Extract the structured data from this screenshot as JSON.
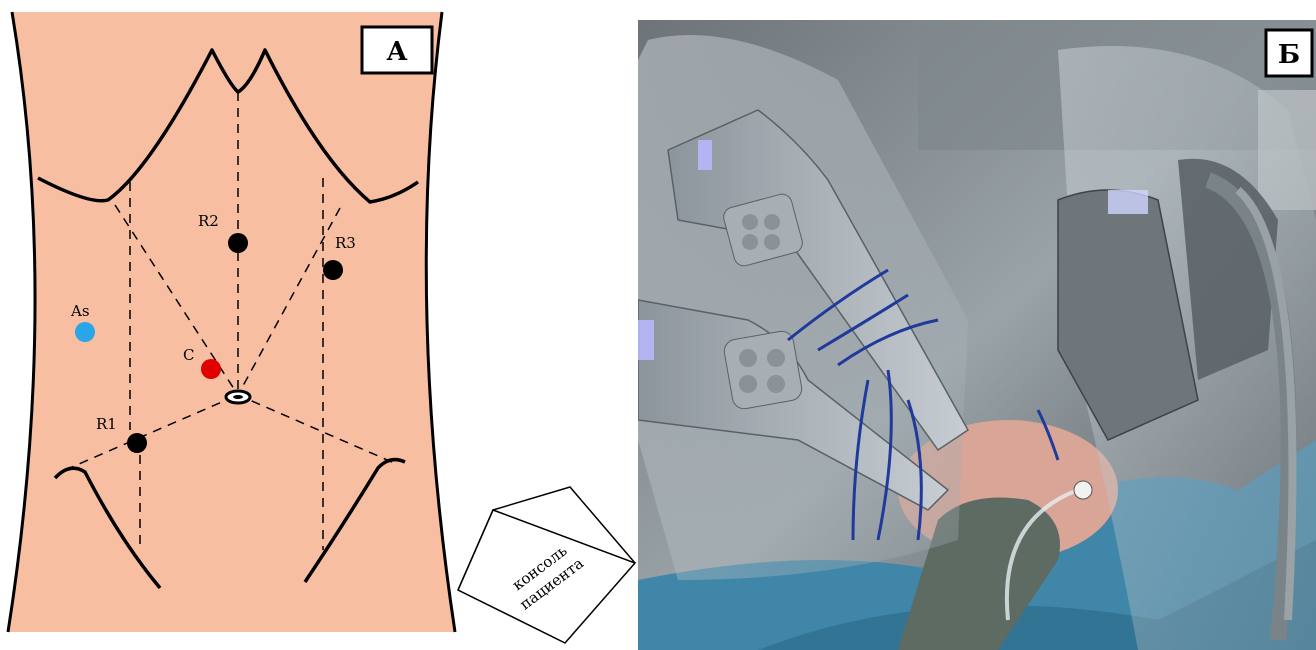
{
  "figure": {
    "panel_a": {
      "label": "А",
      "ports": [
        {
          "id": "R1",
          "label": "R1",
          "color": "#000000"
        },
        {
          "id": "R2",
          "label": "R2",
          "color": "#000000"
        },
        {
          "id": "R3",
          "label": "R3",
          "color": "#000000"
        },
        {
          "id": "C",
          "label": "C",
          "color": "#e00000"
        },
        {
          "id": "As",
          "label": "As",
          "color": "#2aa5e8"
        }
      ],
      "console_label_line1": "консоль",
      "console_label_line2": "пациента",
      "skin_color": "#f8bea2"
    },
    "panel_b": {
      "label": "Б"
    }
  }
}
